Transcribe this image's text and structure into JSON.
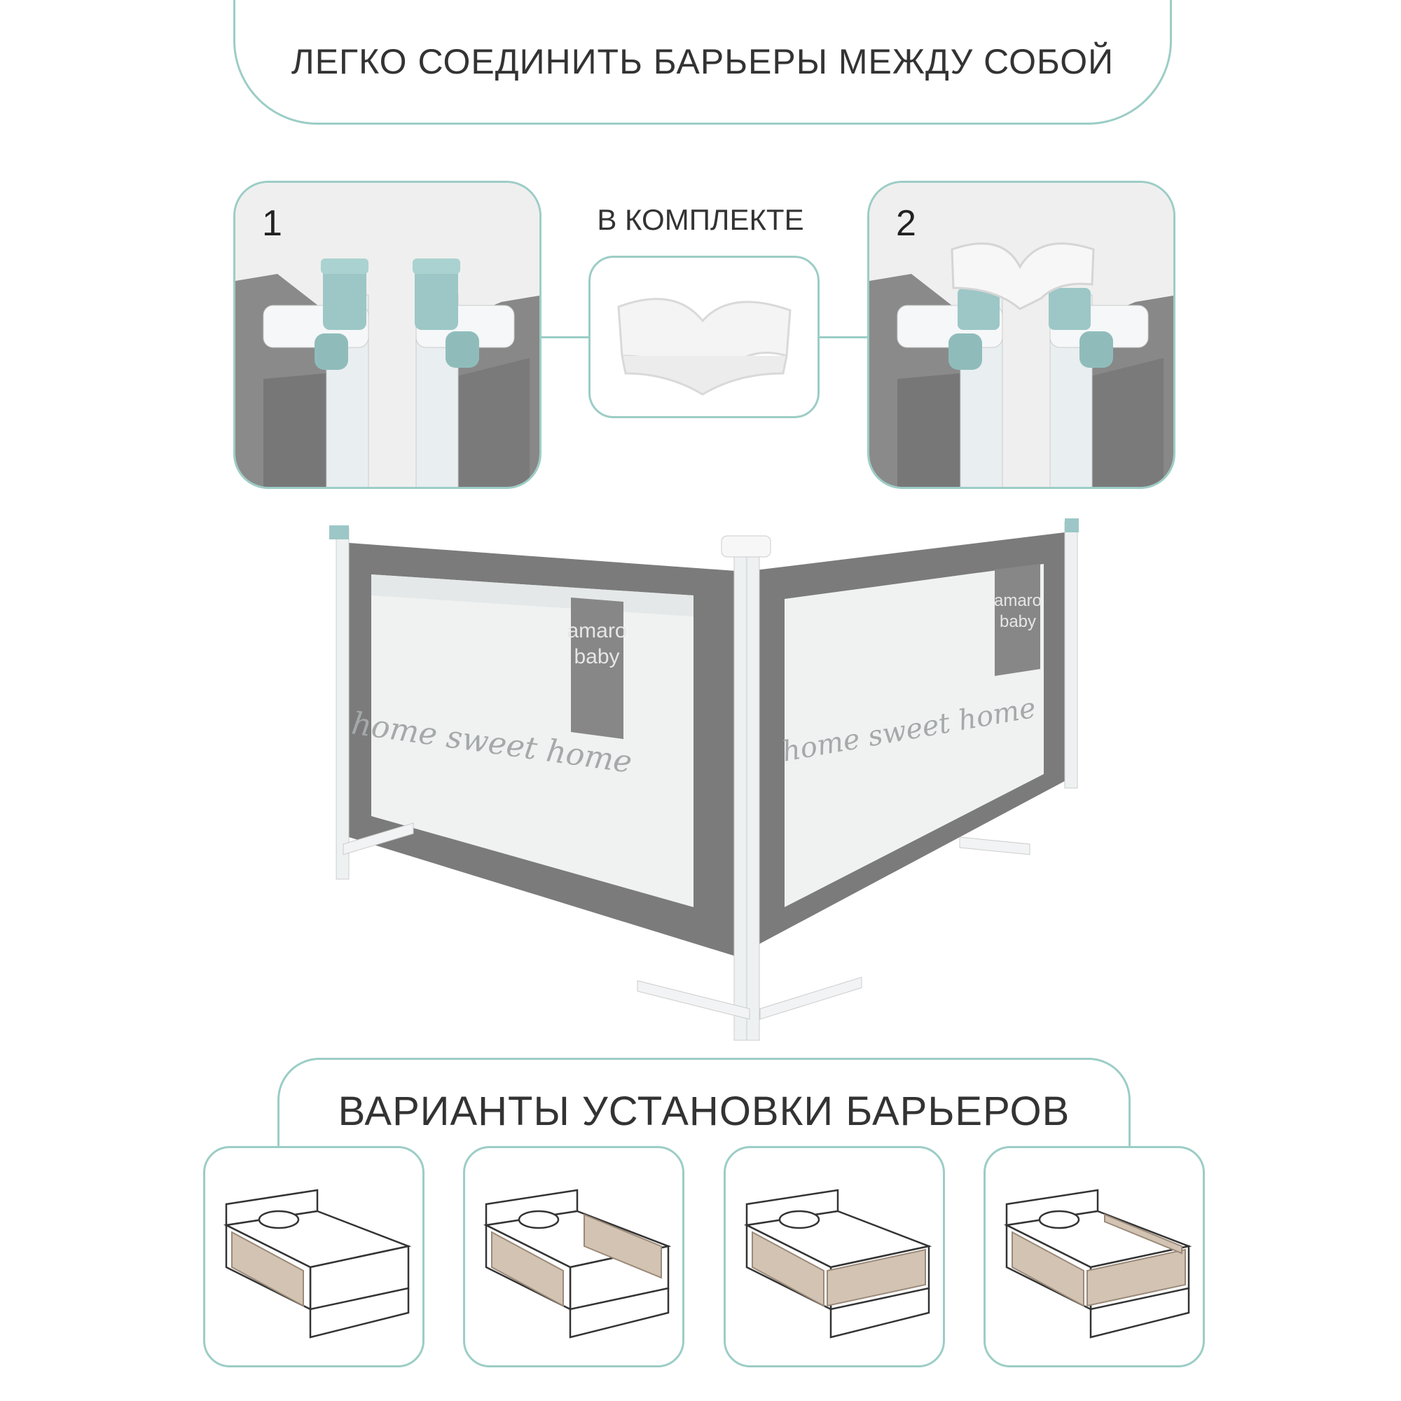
{
  "header": {
    "title": "ЛЕГКО СОЕДИНИТЬ БАРЬЕРЫ МЕЖДУ СОБОЙ"
  },
  "steps": [
    {
      "number": "1"
    },
    {
      "number": "2"
    }
  ],
  "included": {
    "label": "В КОМПЛЕКТЕ",
    "item_icon": "corner-connector-icon"
  },
  "product": {
    "brand_line1": "amaro",
    "brand_line2": "baby",
    "panel_text": "home sweet home"
  },
  "variants_section": {
    "title": "ВАРИАНТЫ УСТАНОВКИ БАРЬЕРОВ",
    "variants": [
      {
        "name": "one-side-front"
      },
      {
        "name": "two-sides-parallel"
      },
      {
        "name": "two-sides-corner"
      },
      {
        "name": "three-sides"
      }
    ]
  },
  "colors": {
    "accent_teal": "#9ccdc6",
    "fabric_grey": "#7c7c7c",
    "barrier_beige": "#d2c3b3",
    "connector_teal": "#8fb9b6"
  }
}
